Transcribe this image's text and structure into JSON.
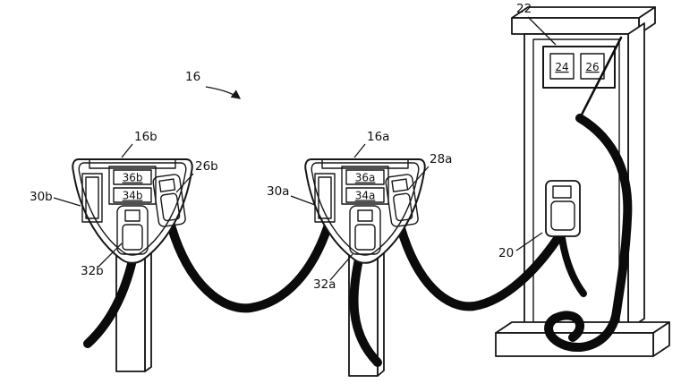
{
  "figure": {
    "labels": {
      "system": "16",
      "head_b": "16b",
      "connector_b_right": "26b",
      "slot_b": "30b",
      "connector_b_center": "32b",
      "box_b_top": "36b",
      "box_b_bottom": "34b",
      "head_a": "16a",
      "connector_a_right": "28a",
      "slot_a": "30a",
      "connector_a_center": "32a",
      "box_a_top": "36a",
      "box_a_bottom": "34a",
      "station": "22",
      "display_left": "24",
      "display_right": "26",
      "station_connector": "20"
    }
  }
}
